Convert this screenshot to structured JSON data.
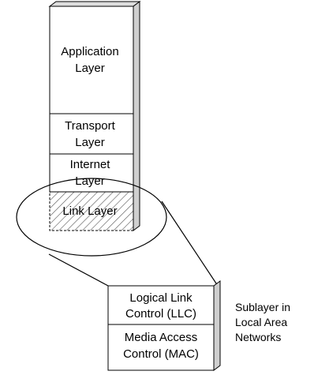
{
  "stack": {
    "application": [
      "Application",
      "Layer"
    ],
    "transport": [
      "Transport",
      "Layer"
    ],
    "internet": [
      "Internet",
      "Layer"
    ],
    "link": "Link Layer"
  },
  "sublayers": {
    "llc": [
      "Logical Link",
      "Control (LLC)"
    ],
    "mac": [
      "Media Access",
      "Control (MAC)"
    ]
  },
  "caption": [
    "Sublayer in",
    "Local Area",
    "Networks"
  ]
}
